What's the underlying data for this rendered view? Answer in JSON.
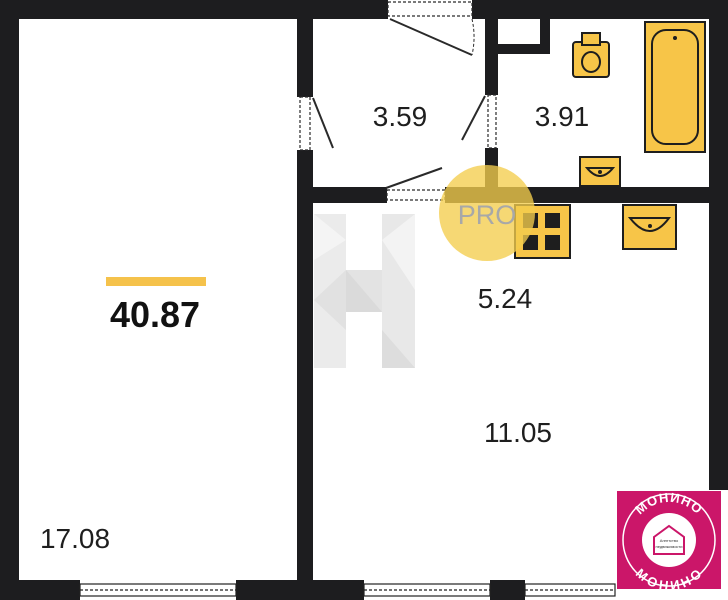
{
  "plan": {
    "total_area": "40.87",
    "rooms": {
      "living_room": "17.08",
      "hallway": "3.59",
      "bathroom": "3.91",
      "kitchen_nook": "5.24",
      "kitchen_main": "11.05"
    },
    "pro_badge": "PRO"
  },
  "logo": {
    "top_text": "МОНИНО",
    "bottom_text": "МОНИНО",
    "inner_line_1": "Агентство",
    "inner_line_2": "недвижимости"
  },
  "colors": {
    "wall": "#1d1d1f",
    "accent": "#f5c24b",
    "fixture_fill": "#f7c548",
    "fixture_stroke": "#1e1e1e",
    "badge": "#f3cd4d",
    "logo": "#cb1669",
    "watermark": "#e3e3e3"
  }
}
